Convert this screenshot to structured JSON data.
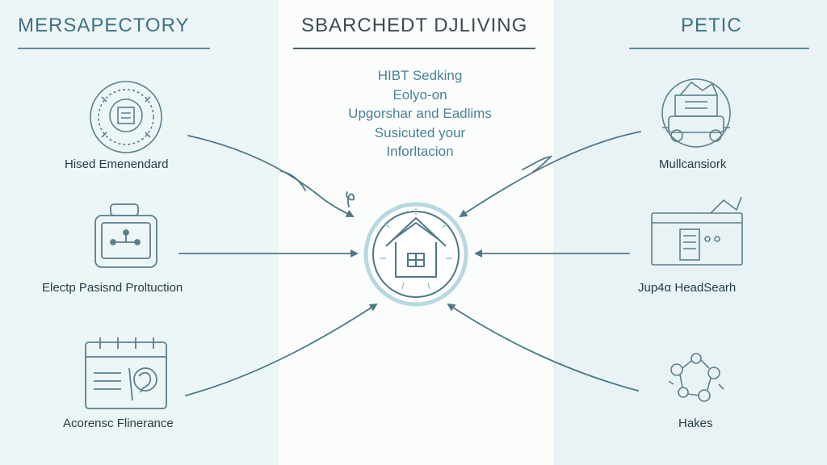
{
  "columns": {
    "left": {
      "title": "MERSAPECTORY"
    },
    "center": {
      "title": "SBARCHEDT DJLIVING",
      "text_lines": [
        "HIBT Sedking",
        "Eolyo-on",
        "Upgorshar and Eadlims",
        "Susicuted your",
        "Inforltacion"
      ]
    },
    "right": {
      "title": "PETIC"
    }
  },
  "nodes": {
    "left": [
      {
        "label": "Hised Emenendard",
        "icon": "badge-seal-icon"
      },
      {
        "label": "Electp Pasisnd Proltuction",
        "icon": "monitor-network-icon"
      },
      {
        "label": "Acorensc Flinerance",
        "icon": "calendar-document-icon"
      }
    ],
    "right": [
      {
        "label": "Mullcansiork",
        "icon": "vehicle-cargo-icon"
      },
      {
        "label": "Jup4α HeadSearh",
        "icon": "browser-window-icon"
      },
      {
        "label": "Hakes",
        "icon": "gears-network-icon"
      }
    ],
    "center_hub": {
      "icon": "house-hub-icon"
    }
  },
  "colors": {
    "accent": "#3d7285",
    "line": "#4f7786",
    "hub_ring": "#b7d8de",
    "icon": "#5c7f8c"
  }
}
